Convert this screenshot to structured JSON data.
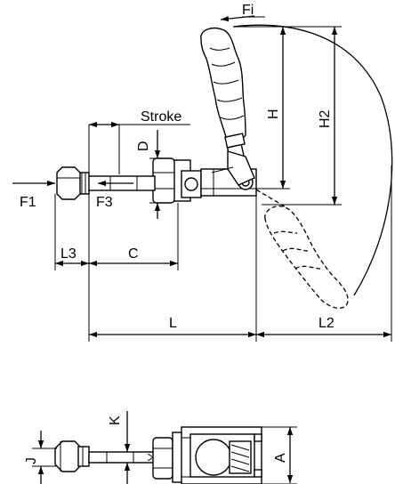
{
  "labels": {
    "fi": "Fi",
    "stroke": "Stroke",
    "d": "D",
    "h": "H",
    "h2": "H2",
    "f1": "F1",
    "f3": "F3",
    "l3": "L3",
    "c": "C",
    "l": "L",
    "l2": "L2",
    "j": "J",
    "k": "K",
    "a": "A"
  }
}
